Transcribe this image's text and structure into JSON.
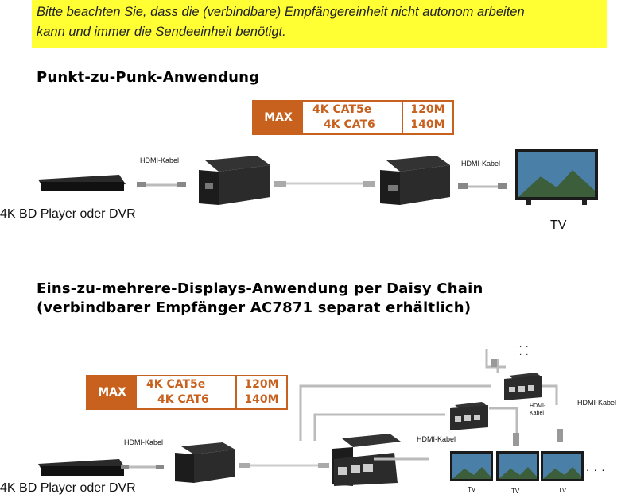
{
  "notice": {
    "line1": "Bitte beachten Sie, dass die (verbindbare) Empfängereinheit nicht autonom arbeiten",
    "line2": "kann und immer die Sendeeinheit benötigt."
  },
  "section1": {
    "title": "Punkt-zu-Punk-Anwendung",
    "max": {
      "label": "MAX",
      "cat5e": "4K CAT5e",
      "cat6": "4K CAT6",
      "d5e": "120M",
      "d6": "140M"
    },
    "hdmi_left": "HDMI-Kabel",
    "hdmi_right": "HDMI-Kabel",
    "source": "4K BD Player oder DVR",
    "tv": "TV"
  },
  "section2": {
    "title_line1": "Eins-zu-mehrere-Displays-Anwendung per Daisy Chain",
    "title_line2": "(verbindbarer Empfänger AC7871 separat erhältlich)",
    "max": {
      "label": "MAX",
      "cat5e": "4K CAT5e",
      "cat6": "4K CAT6",
      "d5e": "120M",
      "d6": "140M"
    },
    "hdmi_left": "HDMI-Kabel",
    "hdmi_mid": "HDMI-Kabel",
    "hdmi_small_1": "HDMI-",
    "hdmi_small_2": "Kabel",
    "hdmi_far": "HDMI-Kabel",
    "source": "4K BD Player oder DVR",
    "tv1": "TV",
    "tv2": "TV",
    "tv3": "TV",
    "dots": ". . .",
    "dots_top1": ". . .",
    "dots_top2": ". . ."
  },
  "colors": {
    "notice_bg": "#ffff33",
    "accent": "#c8601e"
  }
}
